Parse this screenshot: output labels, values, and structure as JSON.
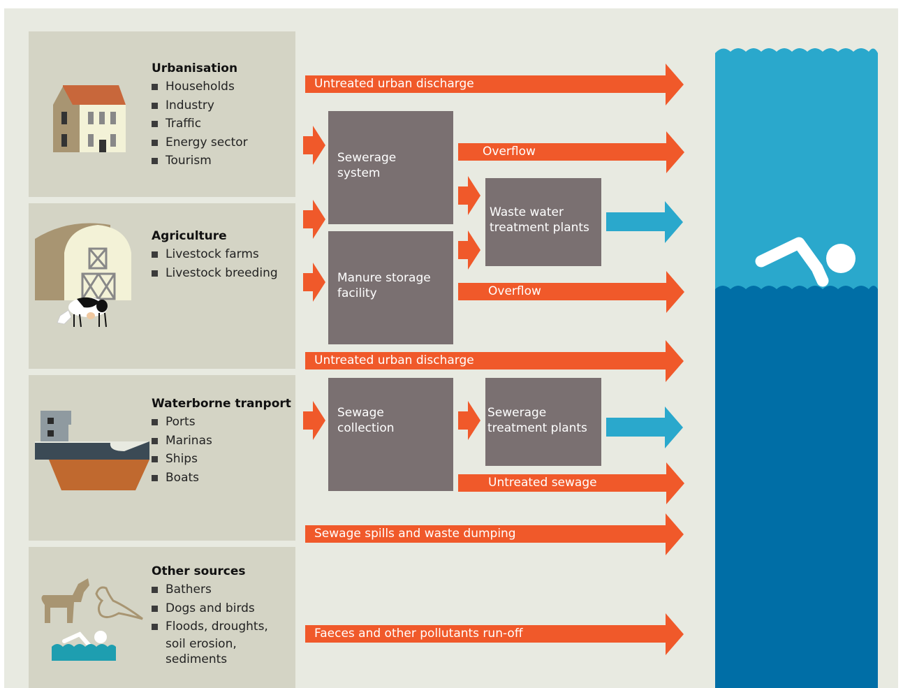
{
  "sources": [
    {
      "title": "Urbanisation",
      "items": [
        "Households",
        "Industry",
        "Traffic",
        "Energy sector",
        "Tourism"
      ]
    },
    {
      "title": "Agriculture",
      "items": [
        "Livestock farms",
        "Livestock breeding"
      ]
    },
    {
      "title": "Waterborne tranport",
      "items": [
        "Ports",
        "Marinas",
        "Ships",
        "Boats"
      ]
    },
    {
      "title": "Other sources",
      "items": [
        "Bathers",
        "Dogs and birds",
        "Floods, droughts,",
        "soil erosion,",
        "sediments"
      ]
    }
  ],
  "boxes": {
    "sewerage_system": "Sewerage\nsystem",
    "manure_storage": "Manure storage\nfacility",
    "waste_water_plants": "Waste water\ntreatment plants",
    "sewage_collection": "Sewage\ncollection",
    "sewerage_treatment": "Sewerage\ntreatment plants"
  },
  "arrows": {
    "untreated_urban_1": "Untreated urban discharge",
    "overflow_1": "Overflow",
    "overflow_2": "Overflow",
    "untreated_urban_2": "Untreated urban discharge",
    "untreated_sewage": "Untreated sewage",
    "sewage_spills": "Sewage spills and waste dumping",
    "faeces_runoff": "Faeces and other pollutants run-off"
  },
  "colors": {
    "pollution_arrow": "#f0592a",
    "treated_arrow": "#2aa8cc",
    "water_surface": "#2aa8cc",
    "water_deep": "#006ea6",
    "process_box": "#7a7071",
    "panel": "#d4d4c5",
    "background": "#e8eae1"
  },
  "icons": [
    "house-icon",
    "barn-icon",
    "cow-icon",
    "ship-icon",
    "dog-icon",
    "bird-icon",
    "swimmer-icon"
  ]
}
